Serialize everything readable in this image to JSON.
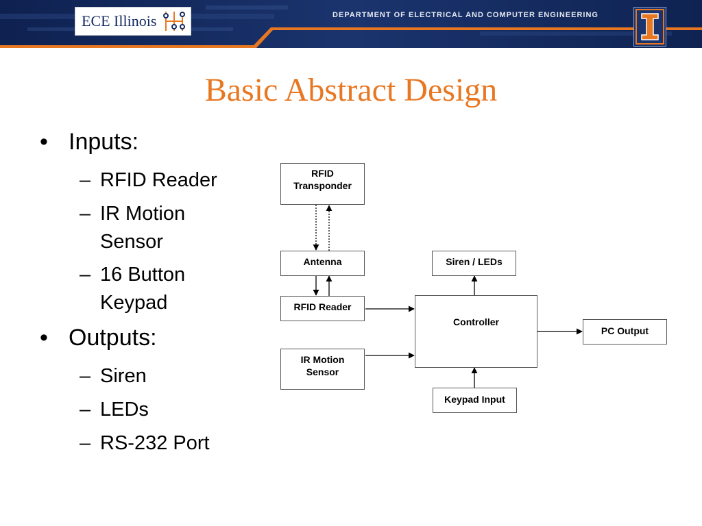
{
  "header": {
    "logo_text": "ECE Illinois",
    "department": "DEPARTMENT OF ELECTRICAL AND COMPUTER ENGINEERING",
    "brand_orange": "#e87722",
    "brand_navy": "#132a61"
  },
  "slide": {
    "title": "Basic Abstract Design"
  },
  "bullets": {
    "marker": "•",
    "dash": "–",
    "inputs_label": "Inputs:",
    "inputs": [
      "RFID Reader",
      "IR Motion Sensor",
      "16 Button Keypad"
    ],
    "outputs_label": "Outputs:",
    "outputs": [
      "Siren",
      "LEDs",
      "RS-232 Port"
    ]
  },
  "diagram": {
    "rfid_transponder": "RFID Transponder",
    "antenna": "Antenna",
    "rfid_reader": "RFID Reader",
    "ir_motion_sensor": "IR Motion Sensor",
    "siren_leds": "Siren / LEDs",
    "controller": "Controller",
    "keypad_input": "Keypad Input",
    "pc_output": "PC Output"
  }
}
